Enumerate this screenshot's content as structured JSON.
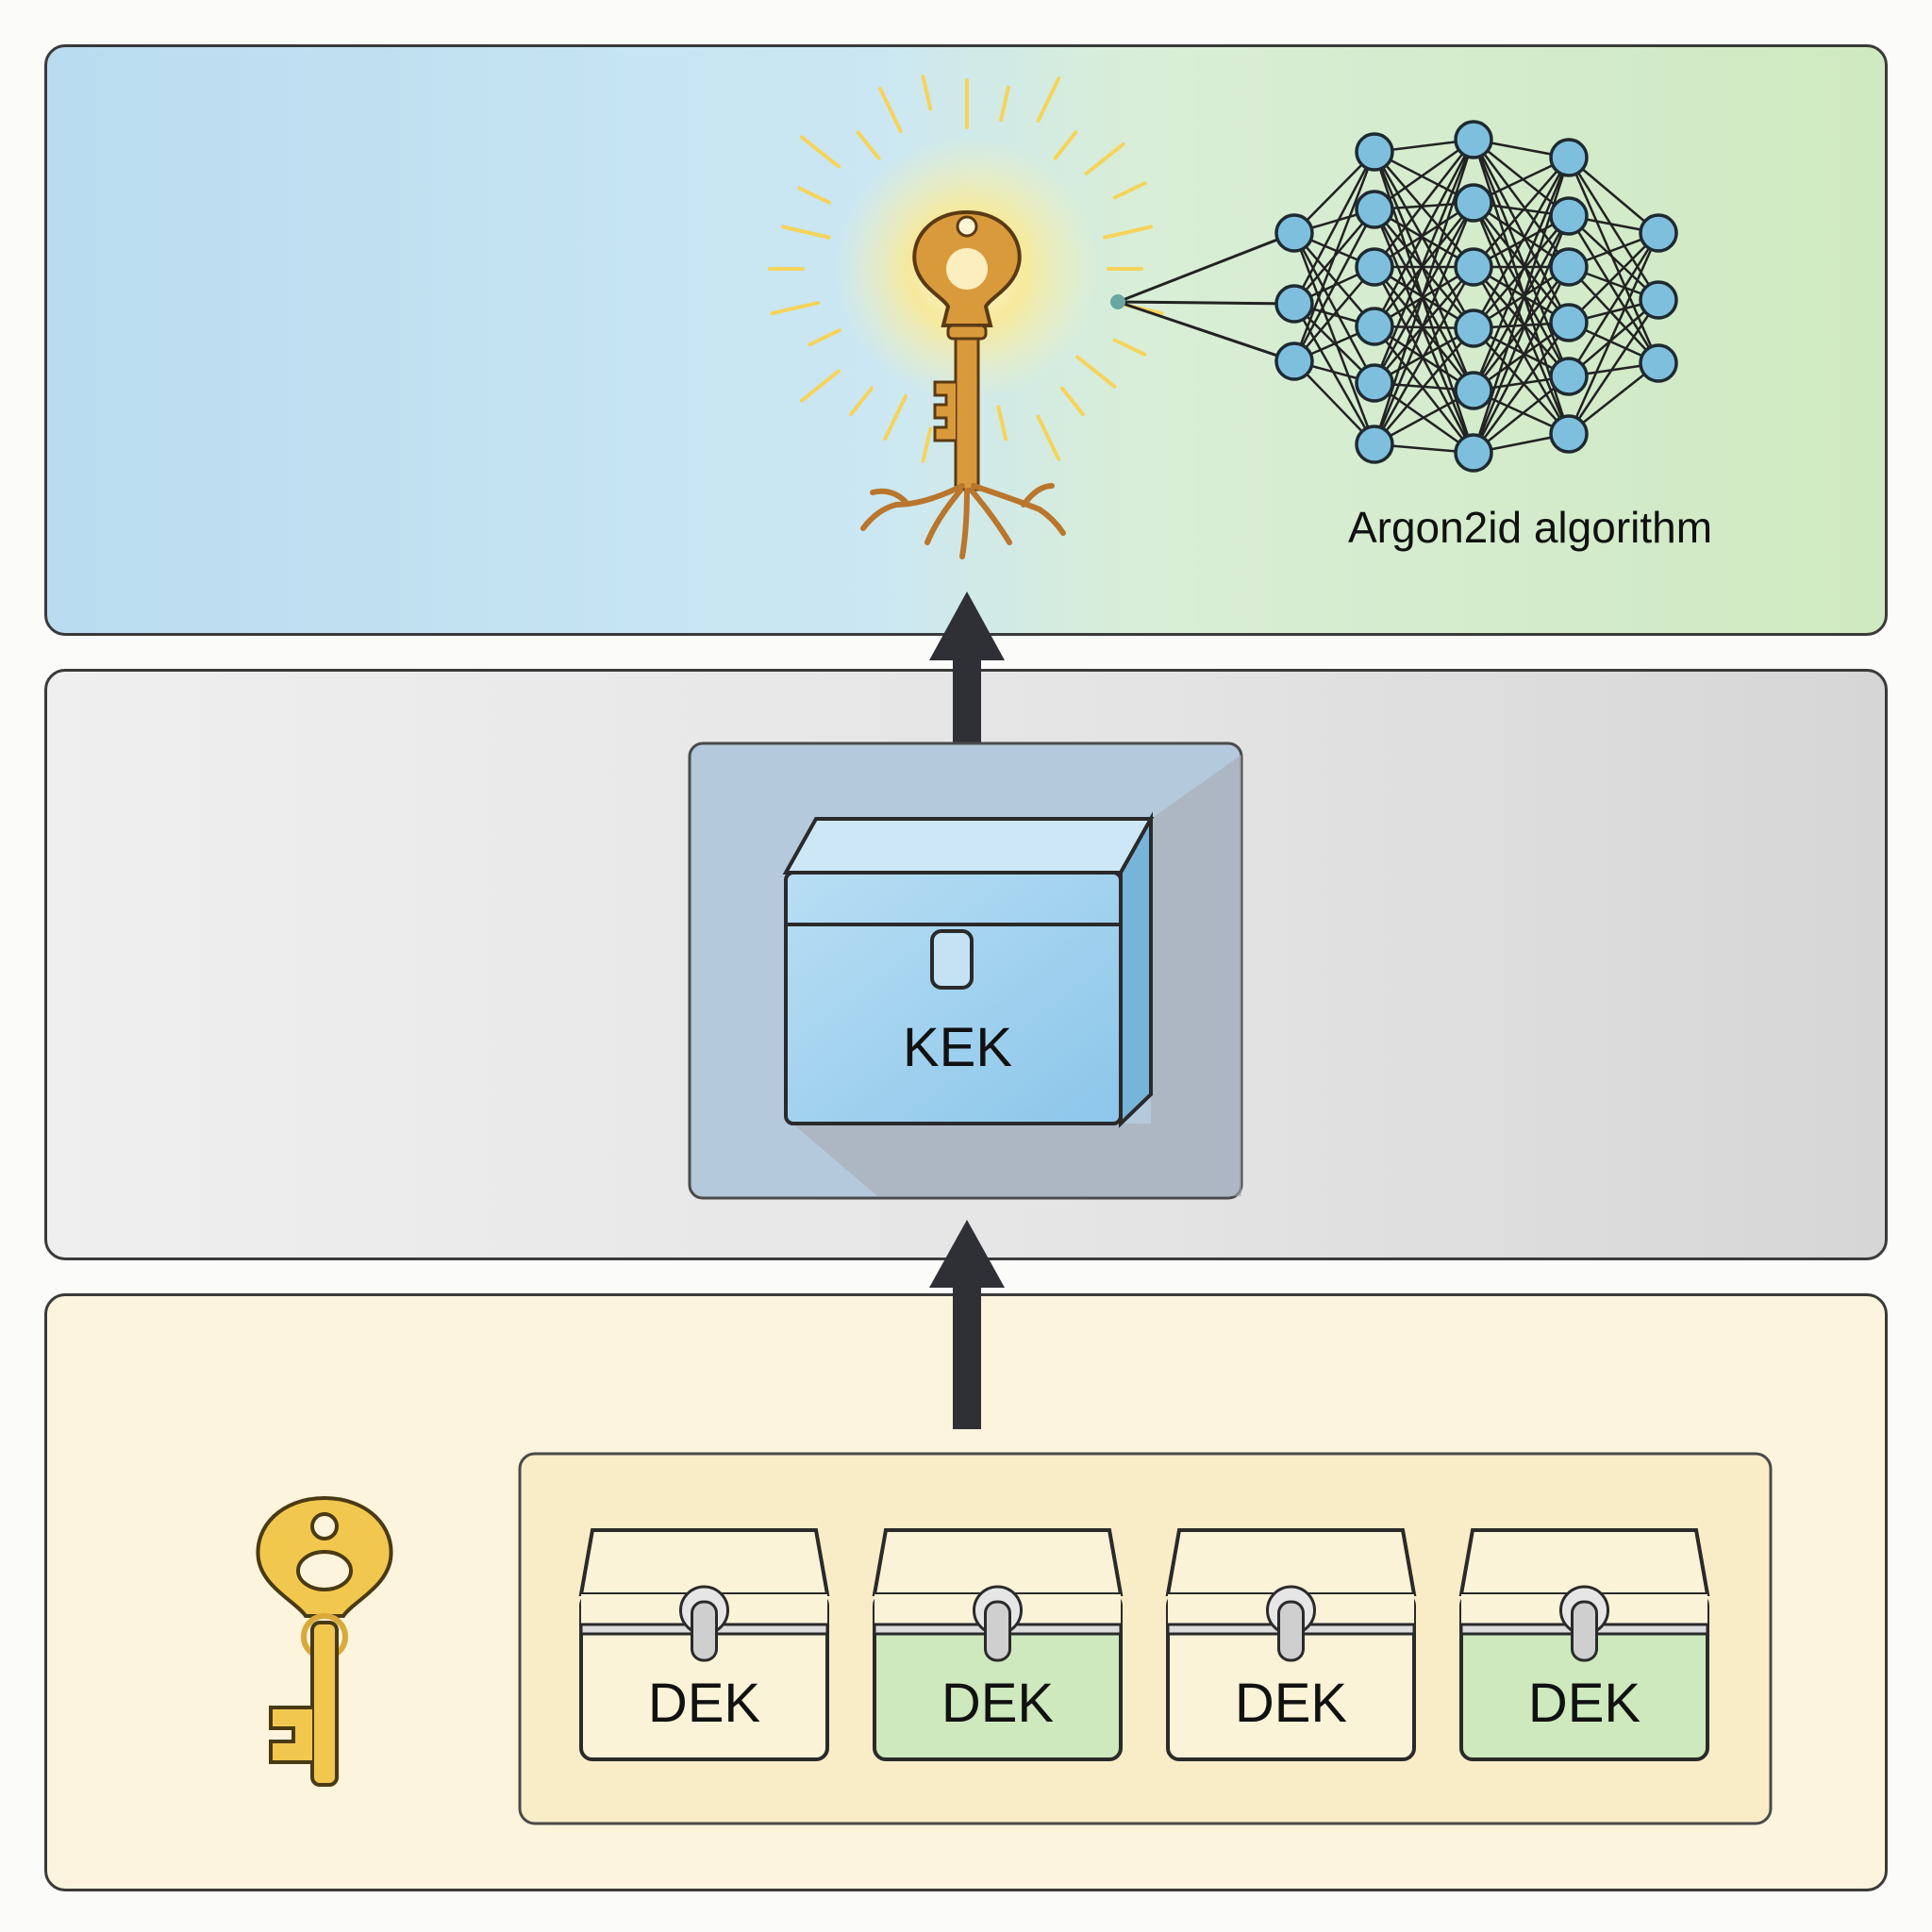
{
  "top_layer": {
    "algorithm_label": "Argon2id algorithm",
    "icons": [
      "glowing-root-key-icon",
      "neural-network-icon"
    ]
  },
  "middle_layer": {
    "kek_label": "KEK"
  },
  "bottom_layer": {
    "dek_boxes": [
      {
        "label": "DEK",
        "color": "#fbf3d8"
      },
      {
        "label": "DEK",
        "color": "#cde9bd"
      },
      {
        "label": "DEK",
        "color": "#fbf3d8"
      },
      {
        "label": "DEK",
        "color": "#cde9bd"
      }
    ]
  },
  "colors": {
    "key_gold": "#d99a3c",
    "kek_blue": "#9fd0ee",
    "node_blue": "#7fbfde",
    "arrow": "#2f2f36"
  }
}
